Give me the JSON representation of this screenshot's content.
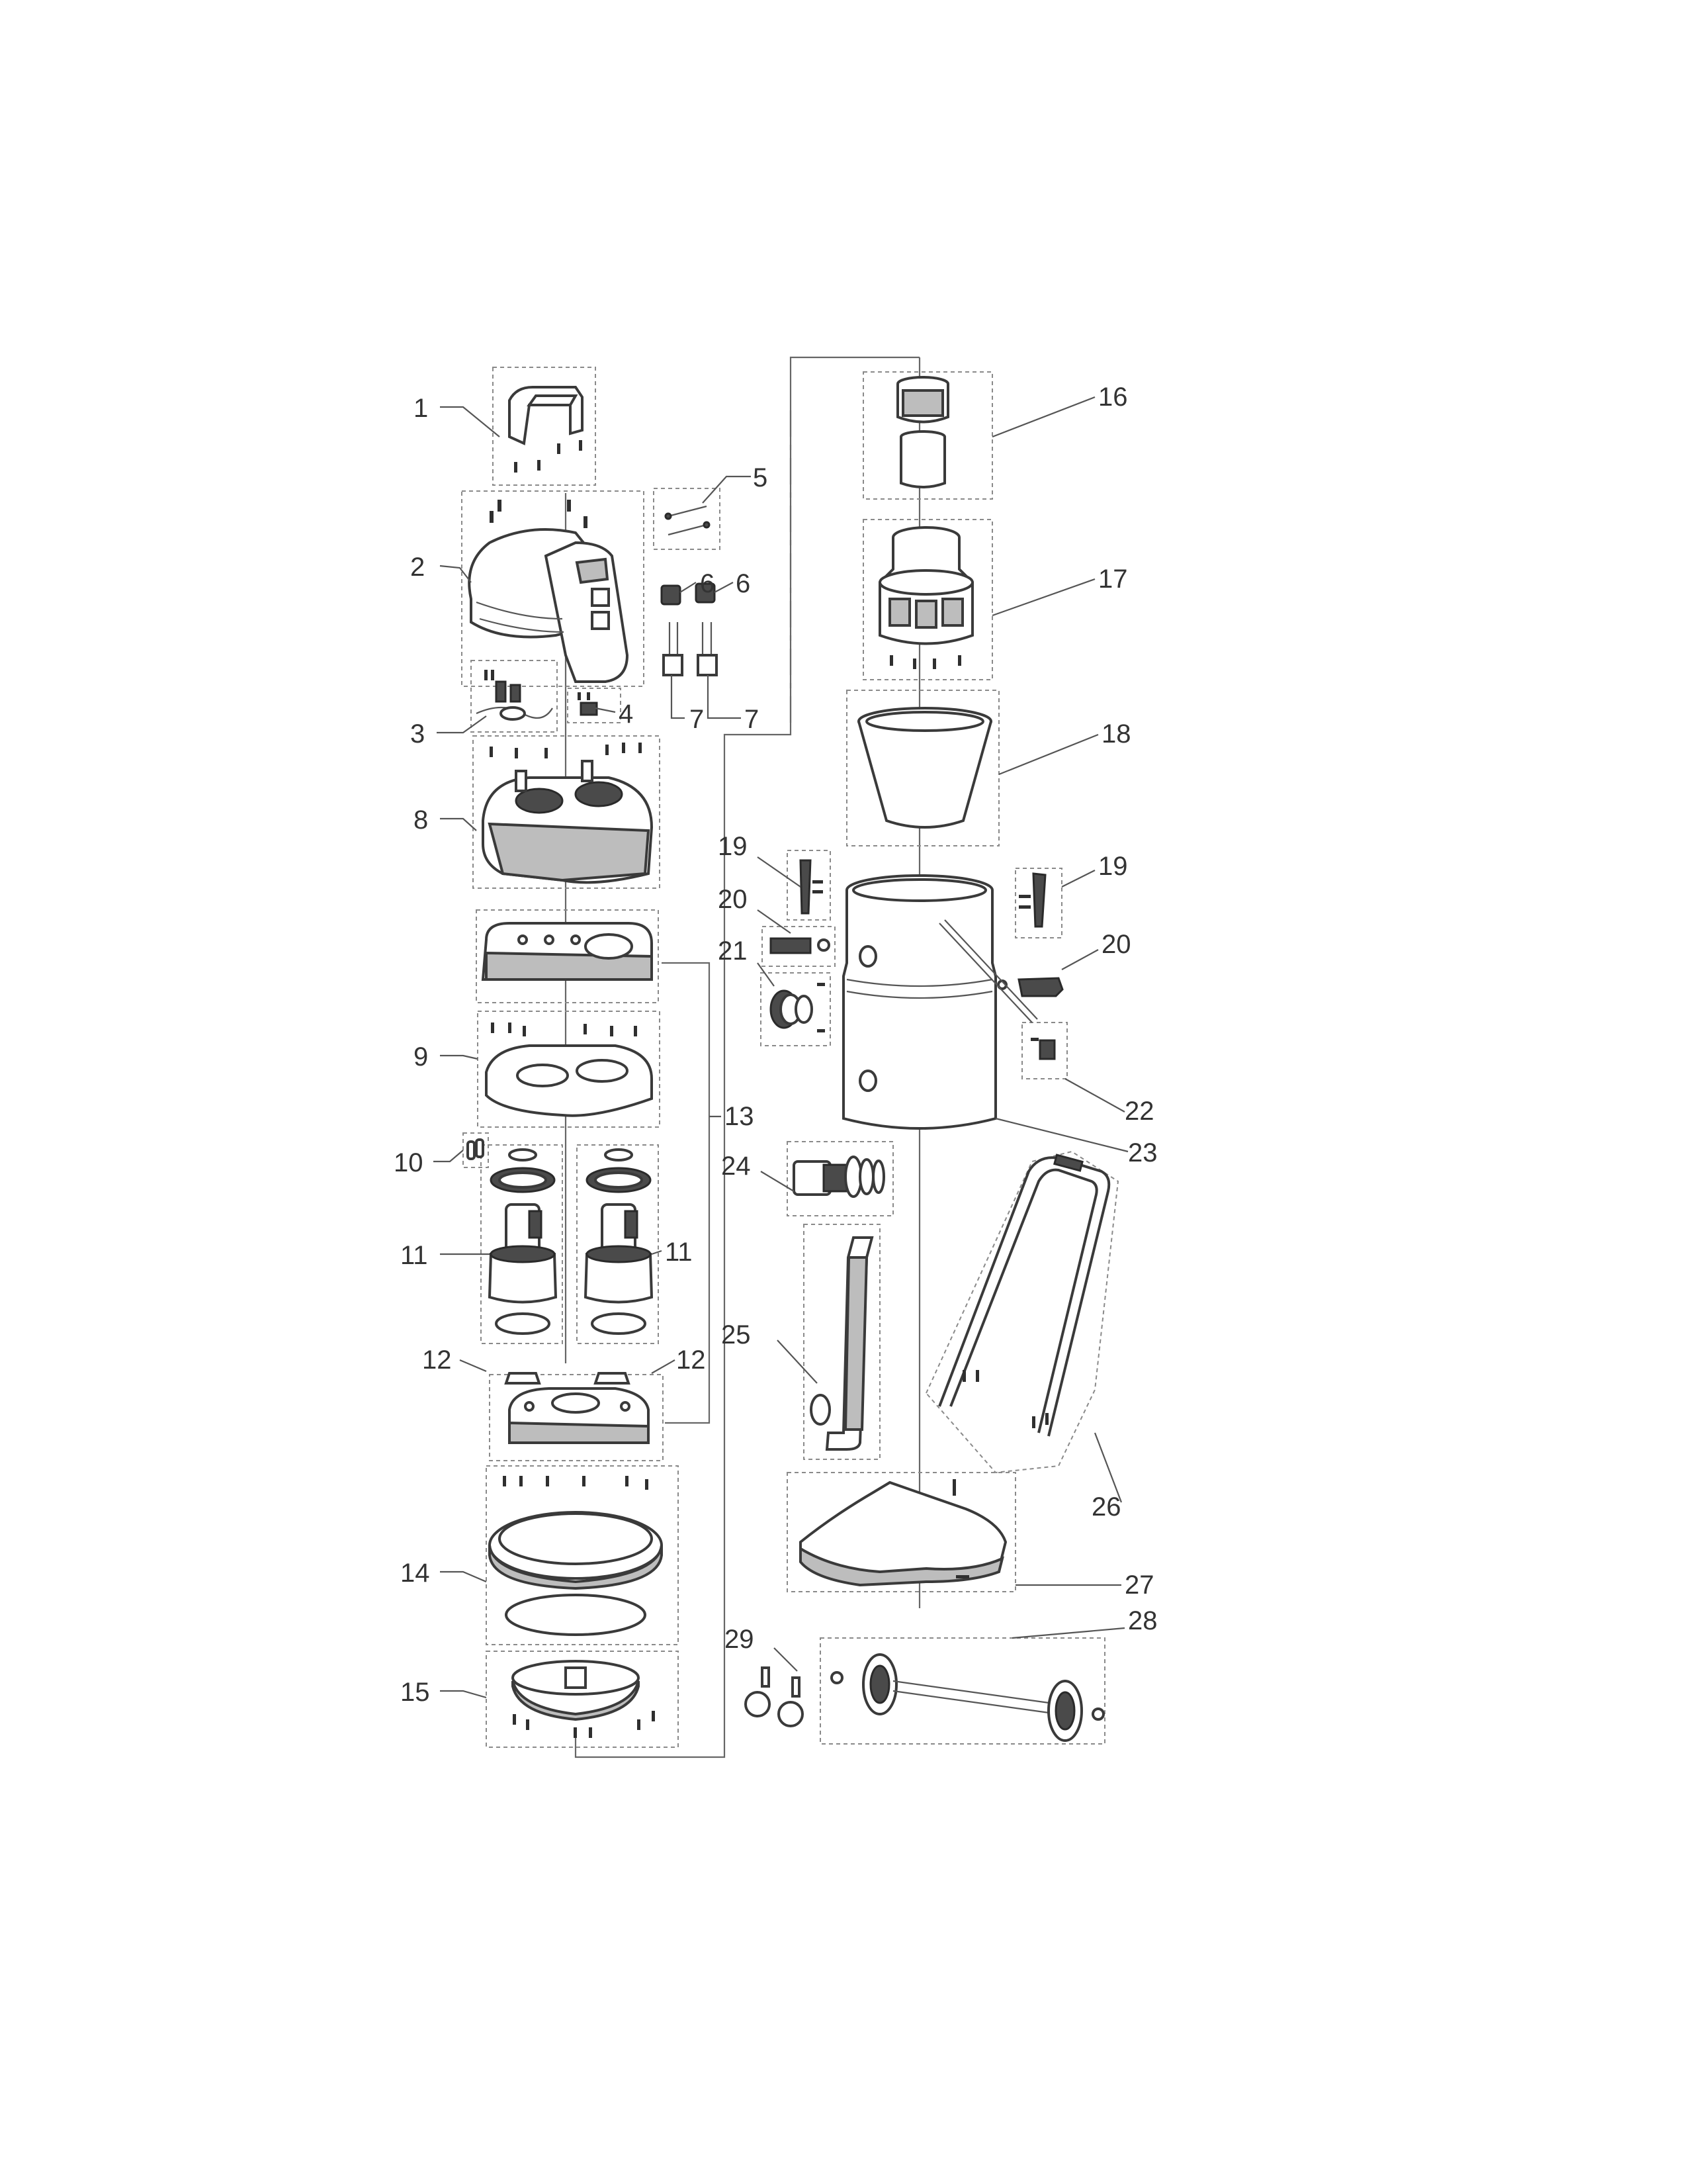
{
  "diagram": {
    "callouts": [
      {
        "id": "c1",
        "text": "1"
      },
      {
        "id": "c2",
        "text": "2"
      },
      {
        "id": "c3",
        "text": "3"
      },
      {
        "id": "c4",
        "text": "4"
      },
      {
        "id": "c5",
        "text": "5"
      },
      {
        "id": "c6a",
        "text": "6"
      },
      {
        "id": "c6b",
        "text": "6"
      },
      {
        "id": "c7a",
        "text": "7"
      },
      {
        "id": "c7b",
        "text": "7"
      },
      {
        "id": "c8",
        "text": "8"
      },
      {
        "id": "c9",
        "text": "9"
      },
      {
        "id": "c10",
        "text": "10"
      },
      {
        "id": "c11a",
        "text": "11"
      },
      {
        "id": "c11b",
        "text": "11"
      },
      {
        "id": "c12a",
        "text": "12"
      },
      {
        "id": "c12b",
        "text": "12"
      },
      {
        "id": "c13",
        "text": "13"
      },
      {
        "id": "c14",
        "text": "14"
      },
      {
        "id": "c15",
        "text": "15"
      },
      {
        "id": "c16",
        "text": "16"
      },
      {
        "id": "c17",
        "text": "17"
      },
      {
        "id": "c18",
        "text": "18"
      },
      {
        "id": "c19a",
        "text": "19"
      },
      {
        "id": "c19b",
        "text": "19"
      },
      {
        "id": "c20a",
        "text": "20"
      },
      {
        "id": "c20b",
        "text": "20"
      },
      {
        "id": "c21",
        "text": "21"
      },
      {
        "id": "c22",
        "text": "22"
      },
      {
        "id": "c23",
        "text": "23"
      },
      {
        "id": "c24",
        "text": "24"
      },
      {
        "id": "c25",
        "text": "25"
      },
      {
        "id": "c26",
        "text": "26"
      },
      {
        "id": "c27",
        "text": "27"
      },
      {
        "id": "c28",
        "text": "28"
      },
      {
        "id": "c29",
        "text": "29"
      }
    ]
  }
}
